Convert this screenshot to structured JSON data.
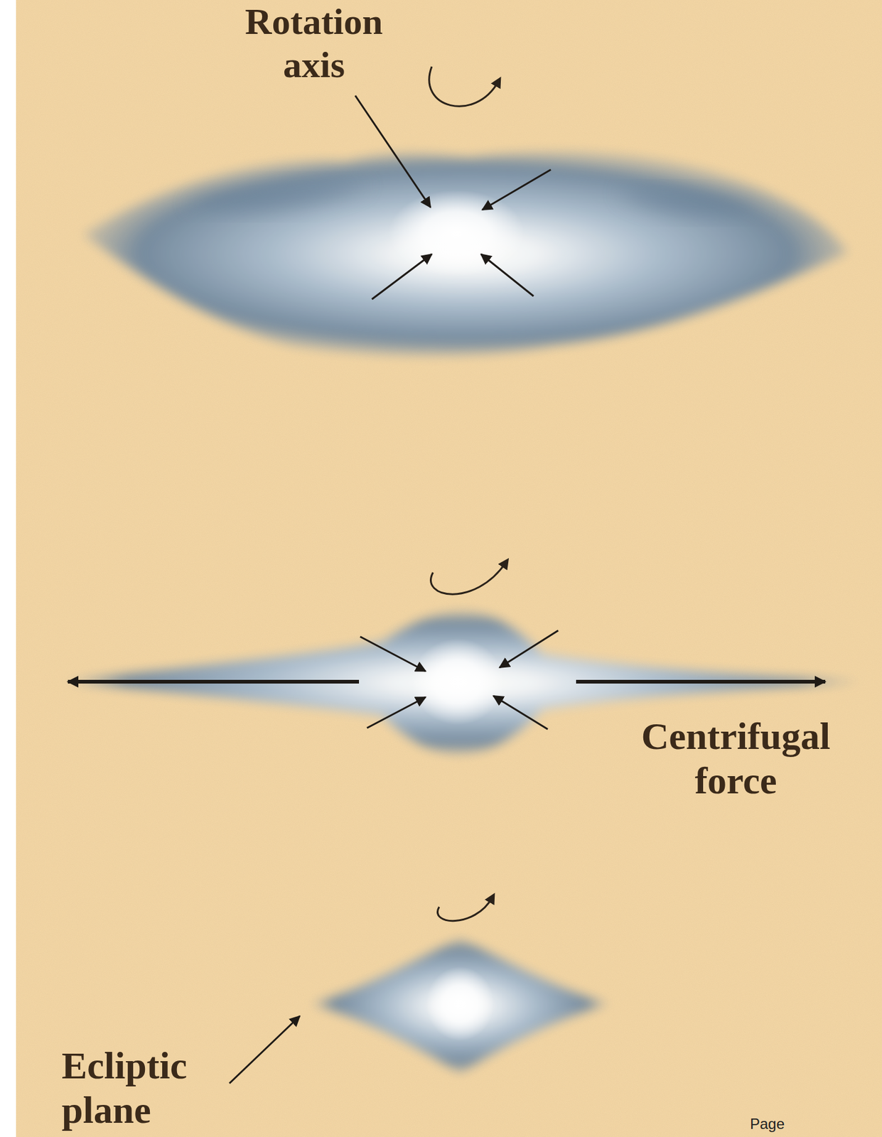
{
  "diagram": {
    "labels": [
      "Rotation axis",
      "Centrifugal force",
      "Ecliptic plane",
      "Page"
    ]
  }
}
